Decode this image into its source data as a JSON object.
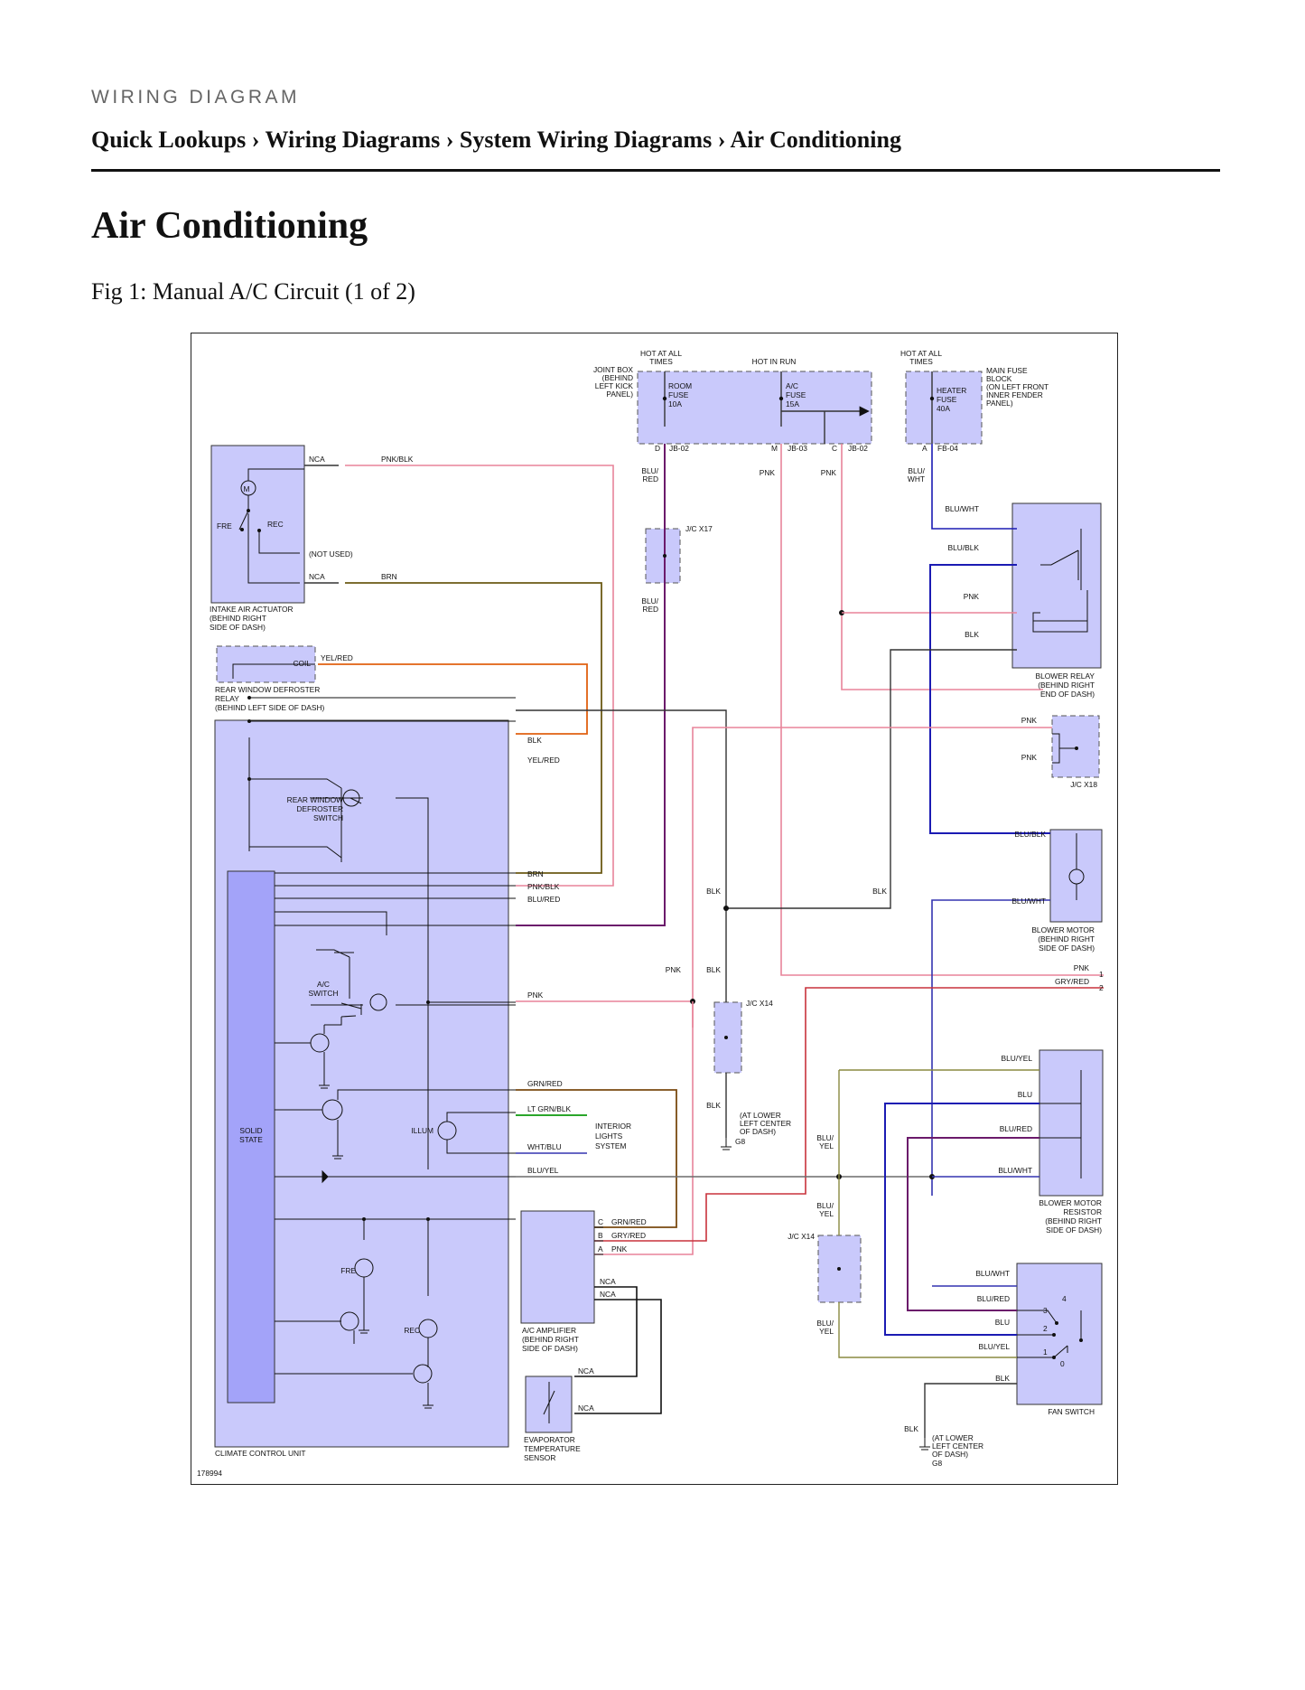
{
  "header": {
    "kicker": "WIRING DIAGRAM",
    "breadcrumb": [
      "Quick Lookups",
      "Wiring Diagrams",
      "System Wiring Diagrams",
      "Air Conditioning"
    ],
    "separator": "›"
  },
  "page_title": "Air Conditioning",
  "figure": {
    "caption": "Fig 1: Manual A/C Circuit (1 of 2)",
    "figure_id": "178994"
  },
  "diagram": {
    "power_labels": {
      "hot_all_times_1": [
        "HOT AT ALL",
        "TIMES"
      ],
      "hot_in_run": "HOT IN RUN",
      "hot_all_times_2": [
        "HOT AT ALL",
        "TIMES"
      ]
    },
    "joint_box": [
      "JOINT BOX",
      "(BEHIND",
      "LEFT KICK",
      "PANEL)"
    ],
    "main_fuse_block": [
      "MAIN FUSE",
      "BLOCK",
      "(ON LEFT FRONT",
      "INNER FENDER",
      "PANEL)"
    ],
    "fuses": {
      "room": [
        "ROOM",
        "FUSE",
        "10A"
      ],
      "ac": [
        "A/C",
        "FUSE",
        "15A"
      ],
      "heater": [
        "HEATER",
        "FUSE",
        "40A"
      ]
    },
    "connectors": {
      "d": "D",
      "jb02a": "JB-02",
      "m": "M",
      "jb03": "JB-03",
      "c": "C",
      "jb02b": "JB-02",
      "a": "A",
      "fb04": "FB-04",
      "jcx17": "J/C X17",
      "jcx14a": "J/C X14",
      "jcx14b": "J/C X14",
      "jcx18": "J/C X18"
    },
    "components": {
      "intake": [
        "INTAKE AIR ACTUATOR",
        "(BEHIND RIGHT",
        "SIDE OF DASH)"
      ],
      "defroster_relay": [
        "REAR WINDOW DEFROSTER",
        "RELAY",
        "(BEHIND LEFT SIDE OF DASH)"
      ],
      "blower_relay": [
        "BLOWER RELAY",
        "(BEHIND RIGHT",
        "END OF DASH)"
      ],
      "blower_motor": [
        "BLOWER MOTOR",
        "(BEHIND RIGHT",
        "SIDE OF DASH)"
      ],
      "blower_resistor": [
        "BLOWER MOTOR",
        "RESISTOR",
        "(BEHIND RIGHT",
        "SIDE OF DASH)"
      ],
      "fan_switch": "FAN SWITCH",
      "climate_unit": "CLIMATE CONTROL UNIT",
      "ac_amplifier": [
        "A/C AMPLIFIER",
        "(BEHIND RIGHT",
        "SIDE OF DASH)"
      ],
      "evap_sensor": [
        "EVAPORATOR",
        "TEMPERATURE",
        "SENSOR"
      ],
      "interior_lights": [
        "INTERIOR",
        "LIGHTS",
        "SYSTEM"
      ],
      "ground_lower_left": [
        "(AT LOWER",
        "LEFT CENTER",
        "OF DASH)"
      ],
      "g8": "G8",
      "solid_state": [
        "SOLID",
        "STATE"
      ],
      "defroster_switch": [
        "REAR WINDOW",
        "DEFROSTER",
        "SWITCH"
      ],
      "ac_switch": [
        "A/C",
        "SWITCH"
      ],
      "coil": "COIL",
      "fre": "FRE",
      "rec": "REC",
      "illum": "ILLUM",
      "not_used": "(NOT USED)",
      "motor": "M"
    },
    "wires": {
      "nca": "NCA",
      "pnk_blk": "PNK/BLK",
      "brn": "BRN",
      "yel_red": "YEL/RED",
      "blu_red": "BLU/RED",
      "pnk": "PNK",
      "blu_wht": "BLU/WHT",
      "blu_blk": "BLU/BLK",
      "blk": "BLK",
      "gry_red": "GRY/RED",
      "grn_red": "GRN/RED",
      "lt_grn_blk": "LT GRN/BLK",
      "wht_blu": "WHT/BLU",
      "blu_yel": "BLU/YEL",
      "blu": "BLU",
      "blu_red_split": [
        "BLU/",
        "RED"
      ],
      "blu_wht_split": [
        "BLU/",
        "WHT"
      ],
      "blu_yel_split": [
        "BLU/",
        "YEL"
      ]
    },
    "pins": {
      "c": "C",
      "b": "B",
      "a": "A",
      "one": "1",
      "two": "2",
      "three": "3",
      "four": "4",
      "zero": "0"
    },
    "colors": {
      "component_fill": "#c9c9fb",
      "solid_state_fill": "#a3a3f9",
      "pnk": "#e8849a",
      "blu": "#1b1bb3",
      "blu_red": "#6b1a6b",
      "brn": "#6b5a14",
      "yel_red": "#e06010",
      "blk": "#333333",
      "grn": "#2aa62a",
      "gry_red": "#c8323c",
      "grn_red": "#7a4a10",
      "blu_yel": "#8a8a40",
      "blu_wht": "#3434b0"
    }
  }
}
